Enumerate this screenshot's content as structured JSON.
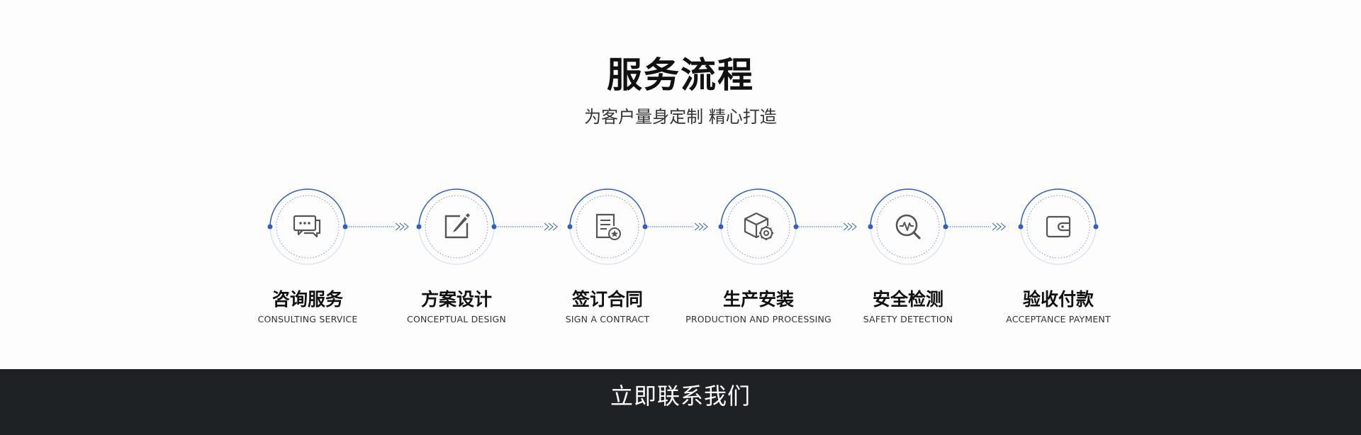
{
  "header": {
    "title": "服务流程",
    "subtitle": "为客户量身定制 精心打造"
  },
  "accent_color": "#2f5fc4",
  "steps": [
    {
      "title": "咨询服务",
      "subtitle": "CONSULTING SERVICE",
      "icon": "chat-bubbles-icon"
    },
    {
      "title": "方案设计",
      "subtitle": "CONCEPTUAL DESIGN",
      "icon": "edit-icon"
    },
    {
      "title": "签订合同",
      "subtitle": "SIGN A CONTRACT",
      "icon": "contract-icon"
    },
    {
      "title": "生产安装",
      "subtitle": "PRODUCTION AND PROCESSING",
      "icon": "package-gear-icon"
    },
    {
      "title": "安全检测",
      "subtitle": "SAFETY DETECTION",
      "icon": "magnifier-pulse-icon"
    },
    {
      "title": "验收付款",
      "subtitle": "ACCEPTANCE PAYMENT",
      "icon": "wallet-icon"
    }
  ],
  "footer": {
    "cta": "立即联系我们"
  }
}
